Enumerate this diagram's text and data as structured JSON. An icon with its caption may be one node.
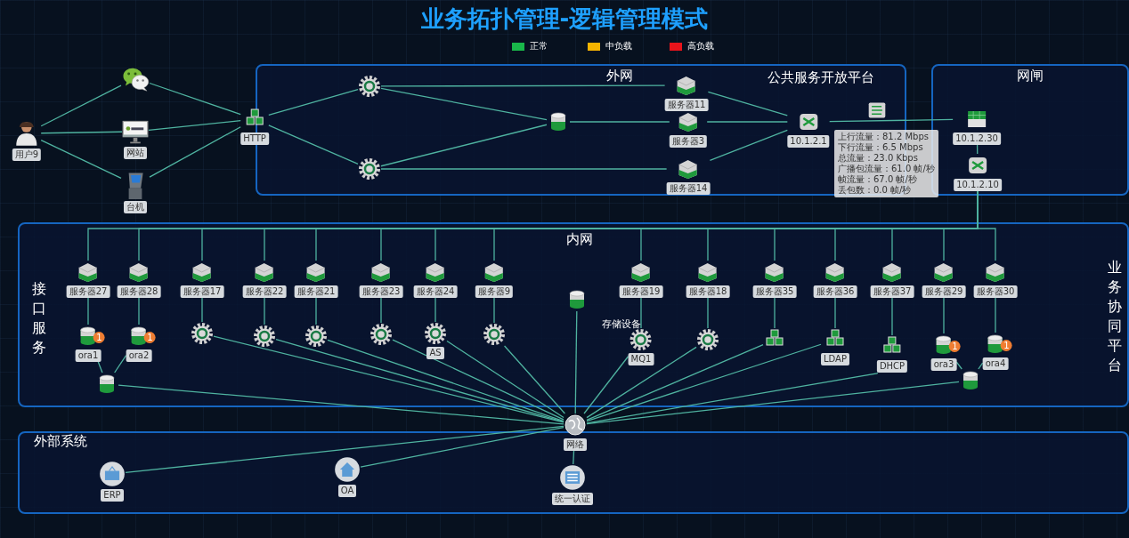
{
  "diagram": {
    "title": "业务拓扑管理-逻辑管理模式",
    "nodes": [
      {
        "text": [
          "用户9"
        ]
      },
      {
        "text": [],
        "shape": "picture"
      },
      {
        "text": [
          "网站"
        ]
      },
      {
        "text": [
          "台机"
        ]
      },
      {
        "text": [
          "HTTP"
        ]
      },
      {
        "text": [
          "外网",
          "公共服务开放平台"
        ]
      },
      {
        "text": [],
        "shape": "picture",
        "in": 5
      },
      {
        "text": [],
        "shape": "picture",
        "in": 5
      },
      {
        "text": [],
        "shape": "cylinder",
        "in": 5
      },
      {
        "text": [
          "服务器11"
        ],
        "in": 5
      },
      {
        "text": [
          "服务器3"
        ],
        "in": 5
      },
      {
        "text": [
          "服务器14"
        ],
        "in": 5
      },
      {
        "text": [
          "10.1.2.1"
        ],
        "in": 5
      },
      {
        "text": [
          "上行流量：81.2 Mbps",
          "下行流量：6.5 Mbps",
          "总流量：23.0 Kbps",
          "广播包流量：61.0 帧/秒",
          "帧流量：67.0 帧/秒",
          "丢包数：0.0 帧/秒"
        ]
      },
      {
        "text": [
          "网闸"
        ]
      },
      {
        "text": [
          "10.1.2.30"
        ],
        "in": 14
      },
      {
        "text": [
          "10.1.2.10"
        ],
        "in": 14
      },
      {
        "text": [
          "内网",
          "接口服务",
          "业务协同平台"
        ]
      },
      {
        "text": [
          "服务器27"
        ],
        "in": 17
      },
      {
        "text": [
          "服务器28"
        ],
        "in": 17
      },
      {
        "text": [
          "服务器17"
        ],
        "in": 17
      },
      {
        "text": [
          "服务器22"
        ],
        "in": 17
      },
      {
        "text": [
          "服务器21"
        ],
        "in": 17
      },
      {
        "text": [
          "服务器23"
        ],
        "in": 17
      },
      {
        "text": [
          "服务器24"
        ],
        "in": 17
      },
      {
        "text": [
          "服务器9"
        ],
        "in": 17
      },
      {
        "text": [
          "服务器19"
        ],
        "in": 17
      },
      {
        "text": [
          "服务器18"
        ],
        "in": 17
      },
      {
        "text": [
          "服务器35"
        ],
        "in": 17
      },
      {
        "text": [
          "服务器36"
        ],
        "in": 17
      },
      {
        "text": [
          "服务器37"
        ],
        "in": 17
      },
      {
        "text": [
          "服务器29"
        ],
        "in": 17
      },
      {
        "text": [
          "服务器30"
        ],
        "in": 17
      },
      {
        "text": [
          "1",
          "ora1"
        ],
        "in": 17
      },
      {
        "text": [
          "1",
          "ora2"
        ],
        "in": 17
      },
      {
        "text": [],
        "shape": "picture",
        "in": 17
      },
      {
        "text": [],
        "shape": "picture",
        "in": 17
      },
      {
        "text": [],
        "shape": "picture",
        "in": 17
      },
      {
        "text": [],
        "shape": "picture",
        "in": 17
      },
      {
        "text": [
          "AS"
        ],
        "in": 17
      },
      {
        "text": [],
        "shape": "picture",
        "in": 17
      },
      {
        "text": [
          "MQ1"
        ],
        "in": 17
      },
      {
        "text": [],
        "shape": "picture",
        "in": 17
      },
      {
        "text": [],
        "shape": "picture",
        "in": 17
      },
      {
        "text": [
          "LDAP"
        ],
        "in": 17
      },
      {
        "text": [
          "DHCP"
        ],
        "in": 17
      },
      {
        "text": [
          "1",
          "ora3"
        ],
        "in": 17
      },
      {
        "text": [
          "1",
          "ora4"
        ],
        "in": 17
      },
      {
        "text": [],
        "shape": "cylinder",
        "in": 17
      },
      {
        "text": [],
        "shape": "cylinder",
        "in": 17
      },
      {
        "text": [],
        "shape": "cylinder",
        "in": 17
      },
      {
        "text": [
          "网络"
        ]
      },
      {
        "text": [
          "外部系统"
        ]
      },
      {
        "text": [
          "ERP"
        ],
        "in": 52
      },
      {
        "text": [
          "OA"
        ],
        "in": 52
      },
      {
        "text": [
          "统一认证"
        ],
        "in": 52
      }
    ],
    "edges": [
      {
        "from": 0,
        "to": 1,
        "arrow": "none"
      },
      {
        "from": 0,
        "to": 2,
        "arrow": "none"
      },
      {
        "from": 0,
        "to": 3,
        "arrow": "none"
      },
      {
        "from": 1,
        "to": 4,
        "arrow": "none"
      },
      {
        "from": 2,
        "to": 4,
        "arrow": "none"
      },
      {
        "from": 3,
        "to": 4,
        "arrow": "none"
      },
      {
        "from": 4,
        "to": 6,
        "arrow": "none"
      },
      {
        "from": 4,
        "to": 7,
        "arrow": "none"
      },
      {
        "from": 6,
        "to": 9,
        "arrow": "none"
      },
      {
        "from": 6,
        "to": 8,
        "arrow": "none"
      },
      {
        "from": 7,
        "to": 8,
        "arrow": "none"
      },
      {
        "from": 7,
        "to": 11,
        "arrow": "none"
      },
      {
        "from": 8,
        "to": 10,
        "arrow": "none"
      },
      {
        "from": 10,
        "to": 12,
        "arrow": "none"
      },
      {
        "from": 9,
        "to": 12,
        "arrow": "none"
      },
      {
        "from": 11,
        "to": 12,
        "arrow": "none"
      },
      {
        "from": 12,
        "to": 15,
        "arrow": "none"
      },
      {
        "from": 15,
        "to": 16,
        "arrow": "none"
      },
      {
        "from": 16,
        "to": 18,
        "arrow": "none"
      },
      {
        "from": 16,
        "to": 19,
        "arrow": "none"
      },
      {
        "from": 16,
        "to": 20,
        "arrow": "none"
      },
      {
        "from": 16,
        "to": 21,
        "arrow": "none"
      },
      {
        "from": 16,
        "to": 22,
        "arrow": "none"
      },
      {
        "from": 16,
        "to": 23,
        "arrow": "none"
      },
      {
        "from": 16,
        "to": 24,
        "arrow": "none"
      },
      {
        "from": 16,
        "to": 25,
        "arrow": "none"
      },
      {
        "from": 16,
        "to": 26,
        "arrow": "none"
      },
      {
        "from": 16,
        "to": 27,
        "arrow": "none"
      },
      {
        "from": 16,
        "to": 28,
        "arrow": "none"
      },
      {
        "from": 16,
        "to": 29,
        "arrow": "none"
      },
      {
        "from": 16,
        "to": 30,
        "arrow": "none"
      },
      {
        "from": 16,
        "to": 31,
        "arrow": "none"
      },
      {
        "from": 16,
        "to": 32,
        "arrow": "none"
      },
      {
        "from": 18,
        "to": 33,
        "arrow": "none"
      },
      {
        "from": 19,
        "to": 34,
        "arrow": "none"
      },
      {
        "from": 20,
        "to": 35,
        "arrow": "none"
      },
      {
        "from": 21,
        "to": 36,
        "arrow": "none"
      },
      {
        "from": 22,
        "to": 37,
        "arrow": "none"
      },
      {
        "from": 23,
        "to": 38,
        "arrow": "none"
      },
      {
        "from": 24,
        "to": 39,
        "arrow": "none"
      },
      {
        "from": 25,
        "to": 40,
        "arrow": "none"
      },
      {
        "from": 26,
        "to": 41,
        "arrow": "none"
      },
      {
        "from": 27,
        "to": 42,
        "arrow": "none"
      },
      {
        "from": 28,
        "to": 43,
        "arrow": "none"
      },
      {
        "from": 29,
        "to": 44,
        "arrow": "none"
      },
      {
        "from": 30,
        "to": 45,
        "arrow": "none"
      },
      {
        "from": 31,
        "to": 46,
        "arrow": "none"
      },
      {
        "from": 32,
        "to": 47,
        "arrow": "none"
      },
      {
        "from": 33,
        "to": 48,
        "arrow": "none"
      },
      {
        "from": 34,
        "to": 48,
        "arrow": "none"
      },
      {
        "from": 46,
        "to": 49,
        "arrow": "none"
      },
      {
        "from": 47,
        "to": 49,
        "arrow": "none"
      },
      {
        "from": 51,
        "to": 48,
        "arrow": "none"
      },
      {
        "from": 51,
        "to": 35,
        "arrow": "none"
      },
      {
        "from": 51,
        "to": 36,
        "arrow": "none"
      },
      {
        "from": 51,
        "to": 37,
        "arrow": "none"
      },
      {
        "from": 51,
        "to": 38,
        "arrow": "none"
      },
      {
        "from": 51,
        "to": 39,
        "arrow": "none"
      },
      {
        "from": 51,
        "to": 40,
        "arrow": "none"
      },
      {
        "from": 51,
        "to": 50,
        "arrow": "none"
      },
      {
        "from": 51,
        "to": 41,
        "arrow": "none"
      },
      {
        "from": 51,
        "to": 42,
        "arrow": "none"
      },
      {
        "from": 51,
        "to": 43,
        "arrow": "none"
      },
      {
        "from": 51,
        "to": 44,
        "arrow": "none"
      },
      {
        "from": 51,
        "to": 45,
        "arrow": "none"
      },
      {
        "from": 51,
        "to": 49,
        "arrow": "none"
      },
      {
        "from": 51,
        "to": 53,
        "arrow": "none"
      },
      {
        "from": 51,
        "to": 54,
        "arrow": "none"
      },
      {
        "from": 51,
        "to": 55,
        "arrow": "none"
      }
    ],
    "labels": [
      "存储设备"
    ],
    "legend": [
      {
        "text": "正常",
        "color": "#19b84a"
      },
      {
        "text": "中负载",
        "color": "#f5b400"
      },
      {
        "text": "高负载",
        "color": "#e8141b"
      }
    ]
  }
}
